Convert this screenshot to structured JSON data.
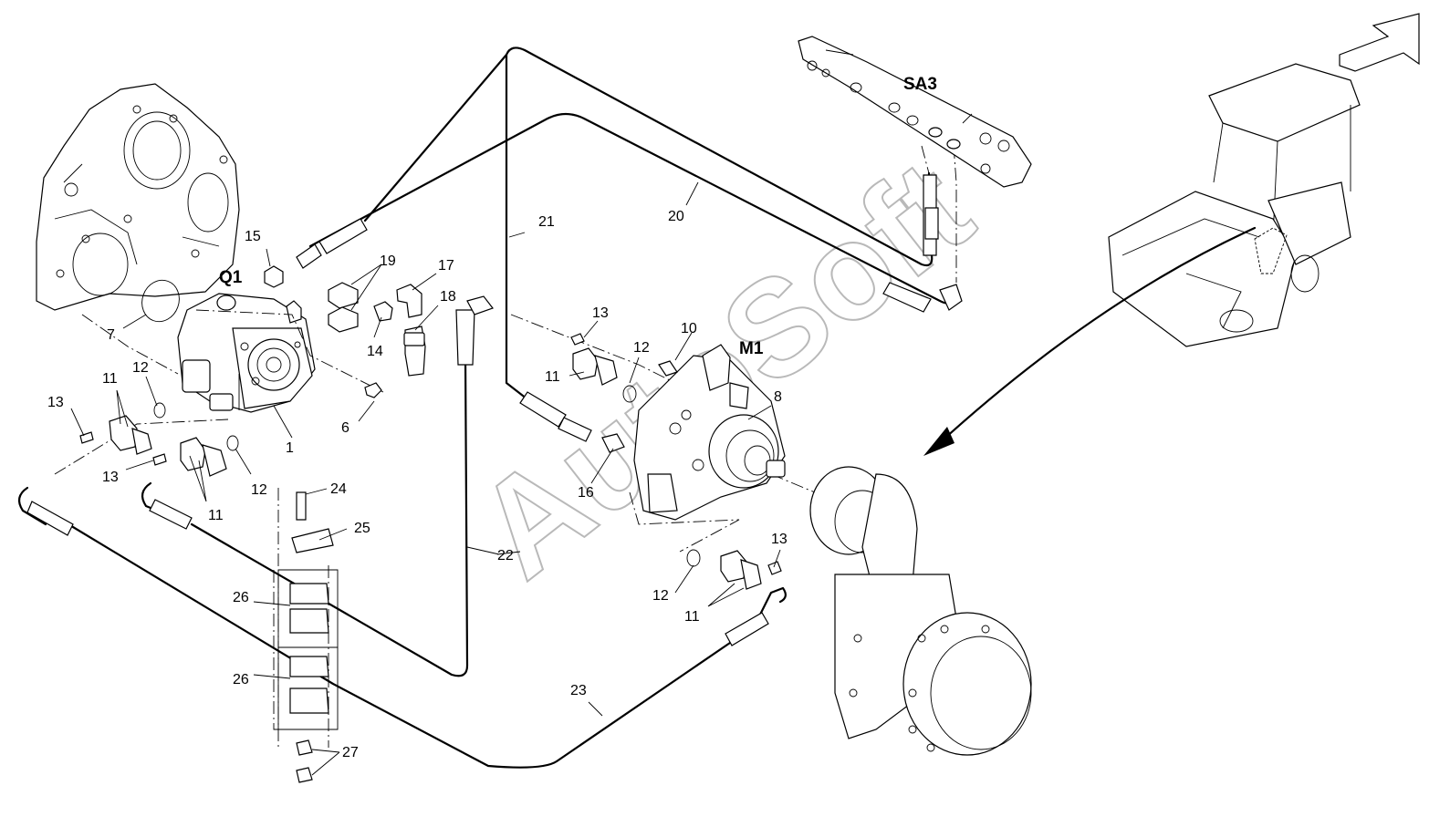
{
  "watermark": "AutoSoft",
  "assembly_labels": {
    "pump": "Q1",
    "motor": "M1",
    "block": "SA3"
  },
  "callouts": {
    "c1": "1",
    "c6": "6",
    "c7": "7",
    "c8": "8",
    "c10": "10",
    "c11a": "11",
    "c11b": "11",
    "c11c": "11",
    "c11d": "11",
    "c12a": "12",
    "c12b": "12",
    "c12c": "12",
    "c12d": "12",
    "c13a": "13",
    "c13b": "13",
    "c13c": "13",
    "c13d": "13",
    "c14": "14",
    "c15": "15",
    "c16": "16",
    "c17": "17",
    "c18": "18",
    "c19": "19",
    "c20": "20",
    "c21": "21",
    "c22": "22",
    "c23": "23",
    "c24": "24",
    "c25": "25",
    "c26a": "26",
    "c26b": "26",
    "c27": "27"
  },
  "icons": {
    "view_arrow": "view-direction-arrow-icon",
    "location_arrow": "location-pointer-arrow-icon"
  },
  "colors": {
    "line": "#000000",
    "watermark": "#b9b9b9",
    "background": "#ffffff"
  }
}
